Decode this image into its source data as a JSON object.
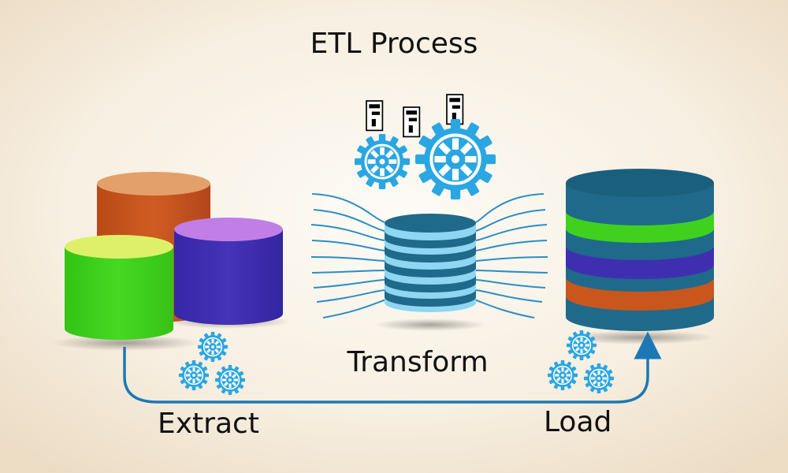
{
  "title": "ETL Process",
  "stages": {
    "extract": "Extract",
    "transform": "Transform",
    "load": "Load"
  },
  "colors": {
    "background_center": "#fdfbf6",
    "background_edge": "#efe1cb",
    "orange": "#c9561d",
    "green": "#3fd11e",
    "purple": "#3f2fb0",
    "teal": "#1f6a8a",
    "light_blue": "#8fd6f2",
    "gear_blue": "#2aa6e2",
    "arrow_blue": "#1c78b5"
  },
  "icons": [
    "gear-icon",
    "server-icon",
    "database-icon",
    "arrow-icon"
  ]
}
